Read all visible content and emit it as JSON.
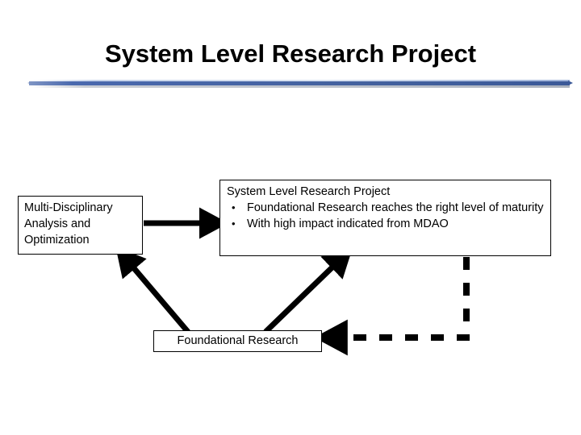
{
  "slide": {
    "title": "System Level Research Project",
    "divider": {
      "accent_color": "#3b5998",
      "highlight_color": "#c6d3ea",
      "shadow_color": "#b9bfc9"
    },
    "background_color": "#ffffff",
    "text_color": "#000000"
  },
  "diagram": {
    "boxes": {
      "mdao": {
        "lines": [
          "Multi-Disciplinary",
          "Analysis and",
          "Optimization"
        ]
      },
      "system_level_research_project": {
        "header": "System Level Research Project",
        "bullet_glyph": "•",
        "bullets": [
          "Foundational Research reaches the right level of maturity",
          "With high impact indicated from MDAO"
        ]
      },
      "foundational_research": {
        "label": "Foundational Research"
      }
    },
    "connectors": [
      {
        "name": "mdao-to-slrp",
        "style": "solid",
        "direction": "right",
        "color": "#000000"
      },
      {
        "name": "foundational-to-mdao",
        "style": "solid",
        "direction": "up-left",
        "color": "#000000"
      },
      {
        "name": "foundational-to-slrp",
        "style": "solid",
        "direction": "up-right",
        "color": "#000000"
      },
      {
        "name": "slrp-to-foundational",
        "style": "dashed",
        "direction": "left",
        "color": "#000000"
      }
    ]
  }
}
